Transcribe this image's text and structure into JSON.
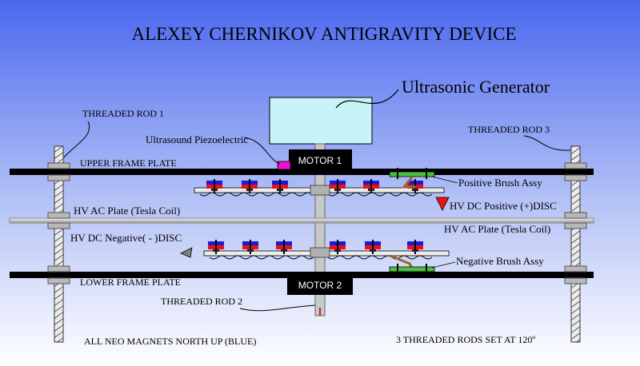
{
  "title": "ALEXEY CHERNIKOV ANTIGRAVITY DEVICE",
  "colors": {
    "bg_top": "#4a68ee",
    "bg_bottom": "#ffffff",
    "generator": "#c8f4f8",
    "magnet_top": "#1a1ad8",
    "magnet_bottom": "#ee1010",
    "brush": "#4cc040",
    "brush_arm": "#a06428",
    "piezo": "#ee10d0",
    "dc_positive": "#ee1010",
    "dc_negative": "#808080"
  },
  "labels": {
    "ultrasonic_generator": "Ultrasonic Generator",
    "threaded_rod_1": "THREADED ROD 1",
    "threaded_rod_2": "THREADED ROD 2",
    "threaded_rod_3": "THREADED ROD 3",
    "piezo": "Ultrasound Piezoelectric",
    "motor_1": "MOTOR 1",
    "motor_2": "MOTOR 2",
    "upper_frame_plate": "UPPER FRAME PLATE",
    "lower_frame_plate": "LOWER FRAME PLATE",
    "positive_brush": "Positive Brush Assy",
    "negative_brush": "Negative Brush Assy",
    "hv_dc_positive": "HV DC Positive (+)DISC",
    "hv_dc_negative": "HV DC Negative( - )DISC",
    "hv_ac_plate_left": "HV AC Plate (Tesla Coil)",
    "hv_ac_plate_right": "HV AC Plate (Tesla Coil)",
    "footer_left": "ALL NEO MAGNETS NORTH UP (BLUE)",
    "footer_right": "3 THREADED RODS SET AT 120º"
  }
}
